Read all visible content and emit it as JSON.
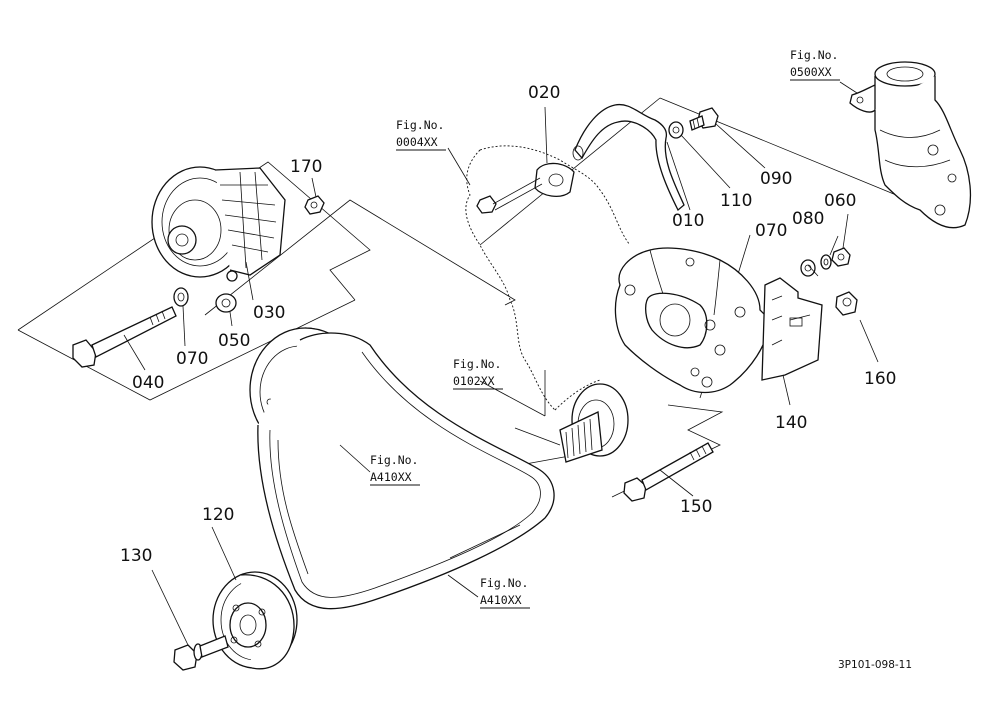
{
  "parts": [
    {
      "key": "p010",
      "number": "010",
      "icon": "bracket-icon"
    },
    {
      "key": "p020",
      "number": "020",
      "icon": "clamp-icon"
    },
    {
      "key": "p030",
      "number": "030",
      "icon": "alternator-icon"
    },
    {
      "key": "p040",
      "number": "040",
      "icon": "long-bolt-icon"
    },
    {
      "key": "p050",
      "number": "050",
      "icon": "collar-icon"
    },
    {
      "key": "p060",
      "number": "060",
      "icon": "nut-icon"
    },
    {
      "key": "p070a",
      "number": "070",
      "icon": "washer-icon"
    },
    {
      "key": "p070b",
      "number": "070",
      "icon": "washer-icon"
    },
    {
      "key": "p080",
      "number": "080",
      "icon": "spring-washer-icon"
    },
    {
      "key": "p090",
      "number": "090",
      "icon": "bolt-icon"
    },
    {
      "key": "p110",
      "number": "110",
      "icon": "washer-icon"
    },
    {
      "key": "p120",
      "number": "120",
      "icon": "pulley-icon"
    },
    {
      "key": "p130",
      "number": "130",
      "icon": "bolt-icon"
    },
    {
      "key": "p140",
      "number": "140",
      "icon": "plate-icon"
    },
    {
      "key": "p150",
      "number": "150",
      "icon": "bolt-icon"
    },
    {
      "key": "p160",
      "number": "160",
      "icon": "nut-icon"
    },
    {
      "key": "p170",
      "number": "170",
      "icon": "nut-icon"
    }
  ],
  "figure_refs": [
    {
      "key": "f0004",
      "prefix": "Fig.No.",
      "code": "0004XX"
    },
    {
      "key": "f0500",
      "prefix": "Fig.No.",
      "code": "0500XX"
    },
    {
      "key": "f0102",
      "prefix": "Fig.No.",
      "code": "0102XX"
    },
    {
      "key": "fA410a",
      "prefix": "Fig.No.",
      "code": "A410XX"
    },
    {
      "key": "fA410b",
      "prefix": "Fig.No.",
      "code": "A410XX"
    }
  ],
  "drawing_id": "3P101-098-11"
}
